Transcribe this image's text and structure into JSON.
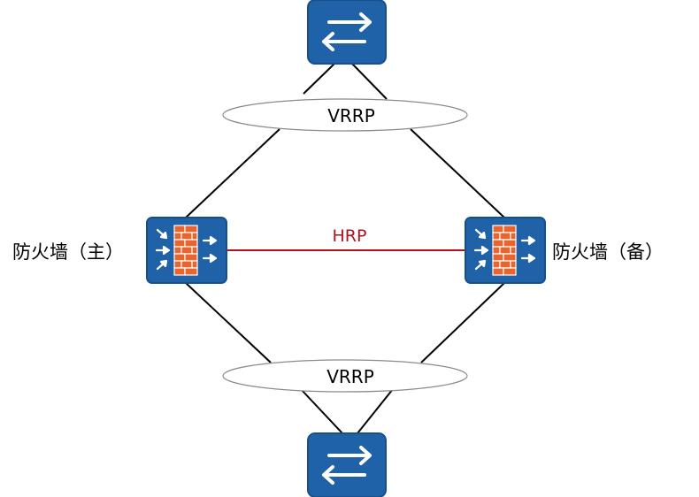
{
  "colors": {
    "device_blue": "#1f62a8",
    "device_border": "#174f8a",
    "firewall_orange": "#e8652f",
    "hrp_red": "#b3121a",
    "link": "#000000",
    "ellipse_stroke": "#8a8a8a"
  },
  "vrrp_top": {
    "label": "VRRP"
  },
  "vrrp_bottom": {
    "label": "VRRP"
  },
  "hrp": {
    "label": "HRP"
  },
  "firewall_primary": {
    "label": "防火墙（主）",
    "icon": "firewall-icon"
  },
  "firewall_backup": {
    "label": "防火墙（备）",
    "icon": "firewall-icon"
  },
  "switch_top": {
    "icon": "switch-icon"
  },
  "switch_bottom": {
    "icon": "switch-icon"
  }
}
